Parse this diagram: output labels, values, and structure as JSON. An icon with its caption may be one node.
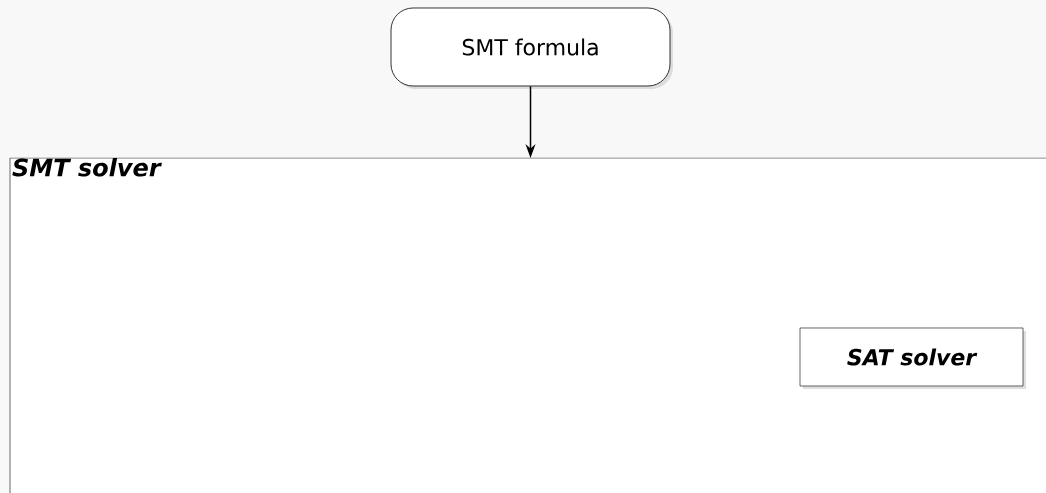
{
  "diagram": {
    "nodes": [
      {
        "text": [
          "SMT formula"
        ]
      },
      {
        "text": [
          "SMT solver"
        ]
      },
      {
        "text": [
          "SAT solver"
        ],
        "in": 1
      }
    ],
    "edges": [
      {
        "from": 0,
        "to": 1,
        "arrow": "to"
      }
    ]
  }
}
